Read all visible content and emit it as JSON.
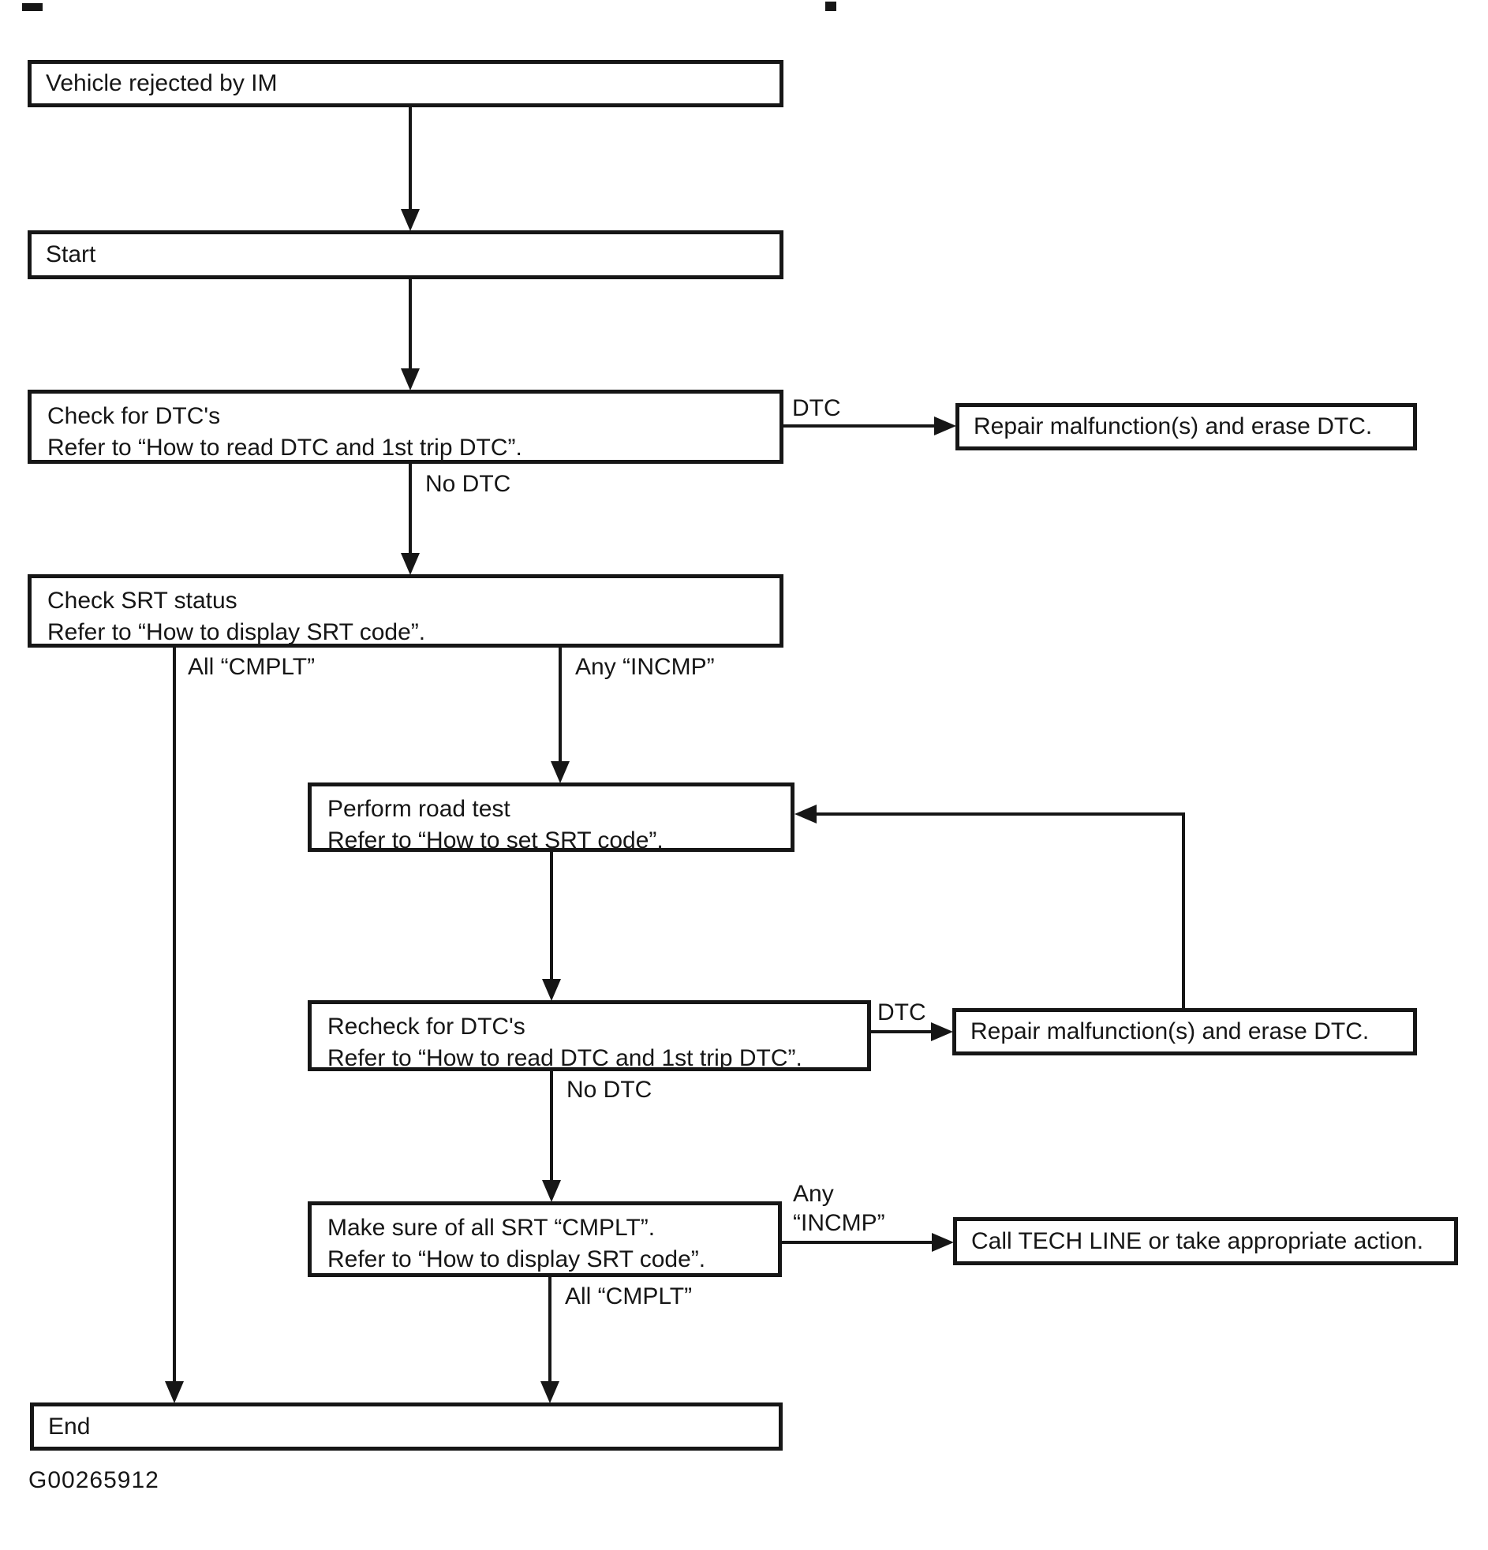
{
  "diagram": {
    "title_hint": "IM readiness / SRT code diagnostic flowchart",
    "colors": {
      "ink": "#161616",
      "background": "#ffffff"
    },
    "nodes": {
      "vehicle_rejected": {
        "label": "Vehicle rejected by IM"
      },
      "start": {
        "label": "Start"
      },
      "check_dtc": {
        "line1": "Check for DTC's",
        "line2": "Refer to “How to read DTC and 1st trip DTC”."
      },
      "repair_1": {
        "label": "Repair malfunction(s) and erase DTC."
      },
      "check_srt": {
        "line1": "Check SRT status",
        "line2": "Refer to “How to display SRT code”."
      },
      "road_test": {
        "line1": "Perform road test",
        "line2": "Refer to “How to set SRT code”."
      },
      "recheck_dtc": {
        "line1": "Recheck for DTC's",
        "line2": "Refer to “How to read DTC and 1st trip DTC”."
      },
      "repair_2": {
        "label": "Repair malfunction(s) and erase DTC."
      },
      "make_sure_srt": {
        "line1": "Make sure of all SRT “CMPLT”.",
        "line2": "Refer to “How to display SRT code”."
      },
      "call_tech_line": {
        "label": "Call TECH LINE or take appropriate action."
      },
      "end": {
        "label": "End"
      }
    },
    "edge_labels": {
      "dtc_1": "DTC",
      "no_dtc_1": "No DTC",
      "all_cmplt_1": "All “CMPLT”",
      "any_incmp_1": "Any “INCMP”",
      "dtc_2": "DTC",
      "no_dtc_2": "No DTC",
      "any_incmp_2_line1": "Any",
      "any_incmp_2_line2": "“INCMP”",
      "all_cmplt_2": "All “CMPLT”"
    },
    "footer": {
      "figure_id": "G00265912"
    }
  }
}
